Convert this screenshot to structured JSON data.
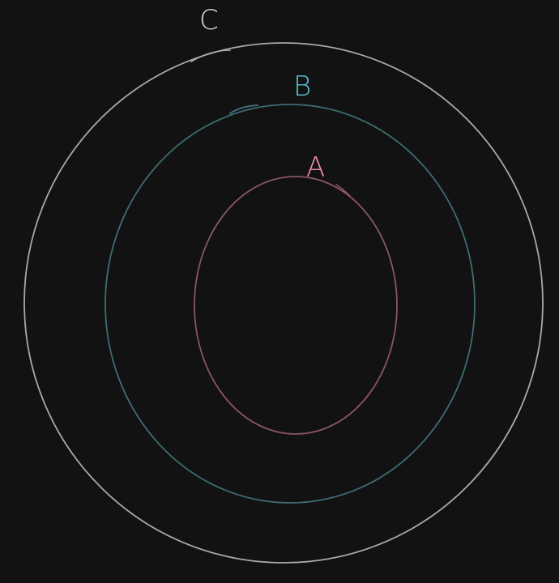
{
  "background_color": "#121212",
  "sets": [
    {
      "label": "C",
      "color": "#a9a9a9",
      "label_color": "#d7d7d7"
    },
    {
      "label": "B",
      "color": "#3e6d75",
      "label_color": "#5cc0d6"
    },
    {
      "label": "A",
      "color": "#8c5565",
      "label_color": "#f08bb3"
    }
  ]
}
